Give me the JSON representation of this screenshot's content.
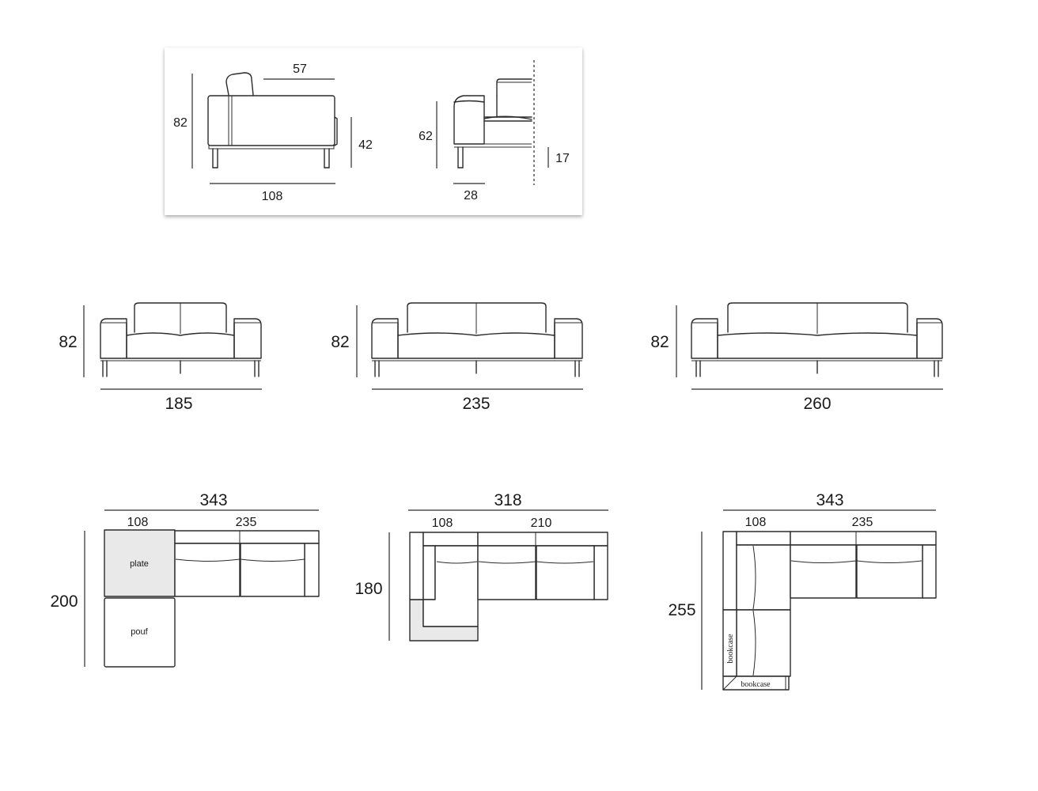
{
  "profile_box": {
    "side_view": {
      "height": "82",
      "depth_top": "57",
      "seat_height": "42",
      "depth": "108"
    },
    "arm_view": {
      "arm_height": "62",
      "arm_width": "28",
      "leg_height": "17"
    }
  },
  "sofas": [
    {
      "height": "82",
      "width": "185"
    },
    {
      "height": "82",
      "width": "235"
    },
    {
      "height": "82",
      "width": "260"
    }
  ],
  "compositions": [
    {
      "total_width": "343",
      "left_width": "108",
      "right_width": "235",
      "depth": "200",
      "labels": [
        "plate",
        "pouf"
      ]
    },
    {
      "total_width": "318",
      "left_width": "108",
      "right_width": "210",
      "depth": "180"
    },
    {
      "total_width": "343",
      "left_width": "108",
      "right_width": "235",
      "depth": "255",
      "labels": [
        "bookcase",
        "bookcase"
      ]
    }
  ]
}
